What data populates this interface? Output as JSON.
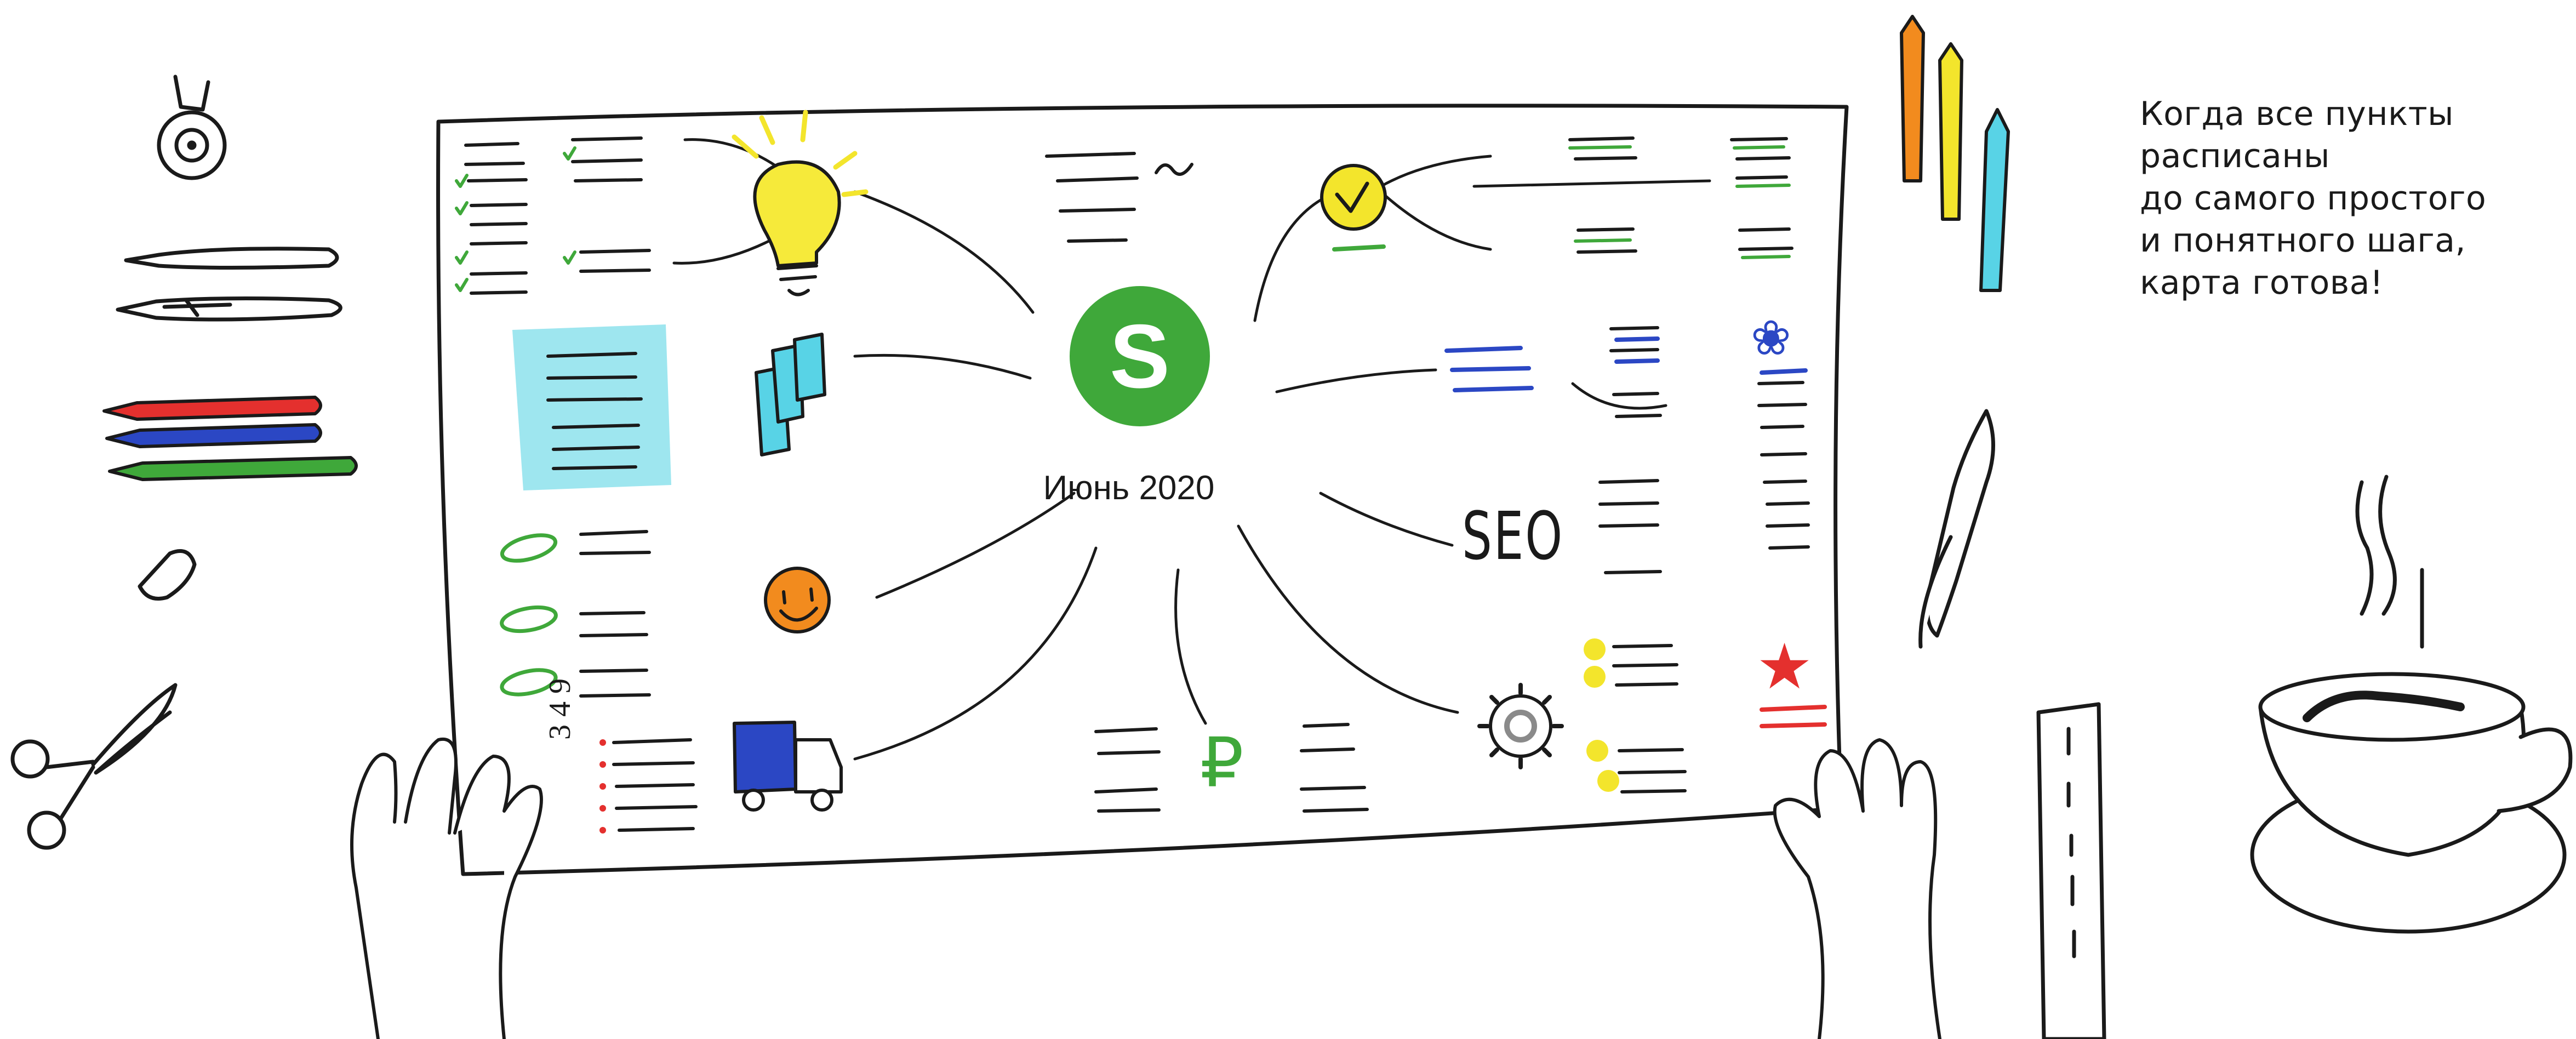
{
  "map": {
    "center_label": "Июнь 2020",
    "logo_letter": "S",
    "seo_label": "SEO",
    "ruble_symbol": "₽",
    "hand_numbers": "3 4 9"
  },
  "caption": {
    "lines": [
      "Когда все пункты",
      "расписаны",
      "до самого простого",
      "и понятного шага,",
      "карта готова!"
    ]
  },
  "colors": {
    "green": "#3fa83a",
    "blue": "#2b47c4",
    "red": "#e4302e",
    "yellow": "#f3e52c",
    "orange": "#f28b1e",
    "cyan": "#9ee6ef",
    "cyan_pencil": "#58d3e6",
    "gray": "#8a8a8a"
  },
  "icons": [
    "lightbulb-icon",
    "clock-icon",
    "phones-icon",
    "smiley-icon",
    "truck-icon",
    "gear-icon",
    "star-icon",
    "tape-roll-icon",
    "knife-icon",
    "markers-icon",
    "eraser-icon",
    "scissors-icon",
    "pencils-icon",
    "pen-icon",
    "ruler-icon",
    "coffee-cup-icon",
    "hands-icon"
  ]
}
